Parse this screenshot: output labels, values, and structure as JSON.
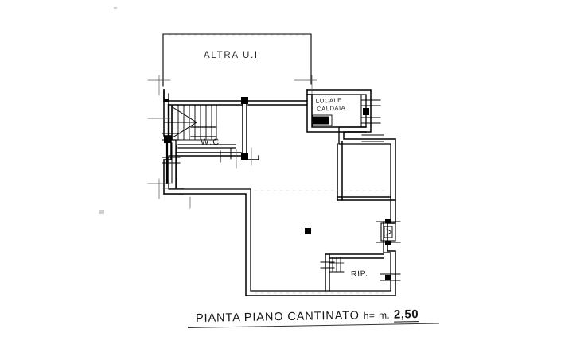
{
  "drawing": {
    "type": "architectural-floor-plan",
    "title": "PIANTA PIANO CANTINATO",
    "height_label": "h=",
    "height_unit": "m.",
    "height_value": "2,50",
    "background_color": "#ffffff",
    "ink_color": "#000000"
  },
  "rooms": [
    {
      "id": "altra-ui",
      "label": "ALTRA U.I"
    },
    {
      "id": "wc",
      "label": "W.C"
    },
    {
      "id": "locale-caldaia",
      "label_line1": "LOCALE",
      "label_line2": "CALDAIA"
    },
    {
      "id": "ripostiglio",
      "label": "RIP."
    }
  ],
  "labels": {
    "altra_ui": "ALTRA U.I",
    "wc": "W.C",
    "locale_line1": "LOCALE",
    "locale_line2": "CALDAIA",
    "rip": "RIP."
  },
  "caption": {
    "title": "PIANTA PIANO CANTINATO",
    "height_prefix": "h=",
    "unit": "m.",
    "value": "2,50"
  },
  "features": {
    "staircase": "main-stair-with-direction-arrow",
    "boiler_fixture": "black-filled-rectangle",
    "column": "solid-black-square-pillar",
    "door_swing": "right-wall-door-detail",
    "storage_shelf": "rip-hatched-steps"
  }
}
